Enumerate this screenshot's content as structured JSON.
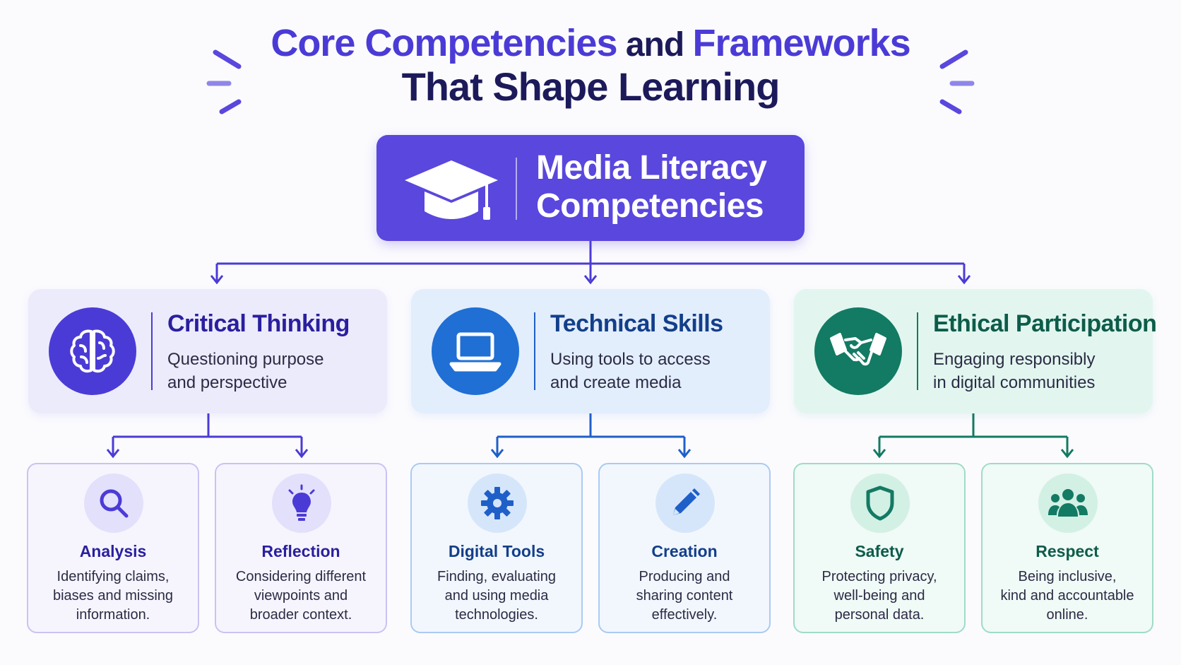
{
  "title": {
    "part1": "Core Competencies",
    "part2": " and ",
    "part3": "Frameworks",
    "line2": "That Shape Learning"
  },
  "root": {
    "label_line1": "Media Literacy",
    "label_line2": "Competencies",
    "icon": "graduation-cap-icon"
  },
  "categories": [
    {
      "name": "Critical Thinking",
      "desc_line1": "Questioning purpose",
      "desc_line2": "and perspective",
      "icon": "brain-icon",
      "color": "#4b3bd6",
      "bg": "#ecebfc"
    },
    {
      "name": "Technical Skills",
      "desc_line1": "Using tools to access",
      "desc_line2": "and create media",
      "icon": "laptop-icon",
      "color": "#1f5fc8",
      "bg": "#e3eefc"
    },
    {
      "name": "Ethical Participation",
      "desc_line1": "Engaging responsibly",
      "desc_line2": "in digital communities",
      "icon": "handshake-icon",
      "color": "#137a63",
      "bg": "#e2f6ef"
    }
  ],
  "leaves": [
    {
      "name": "Analysis",
      "lines": [
        "Identifying claims,",
        "biases and missing",
        "information."
      ],
      "icon": "magnifier-icon"
    },
    {
      "name": "Reflection",
      "lines": [
        "Considering different",
        "viewpoints and",
        "broader context."
      ],
      "icon": "lightbulb-icon"
    },
    {
      "name": "Digital Tools",
      "lines": [
        "Finding, evaluating",
        "and using media",
        "technologies."
      ],
      "icon": "gear-icon"
    },
    {
      "name": "Creation",
      "lines": [
        "Producing and",
        "sharing content",
        "effectively."
      ],
      "icon": "pencil-icon"
    },
    {
      "name": "Safety",
      "lines": [
        "Protecting privacy,",
        "well-being and",
        "personal data."
      ],
      "icon": "shield-icon"
    },
    {
      "name": "Respect",
      "lines": [
        "Being inclusive,",
        "kind and accountable",
        "online."
      ],
      "icon": "people-icon"
    }
  ]
}
